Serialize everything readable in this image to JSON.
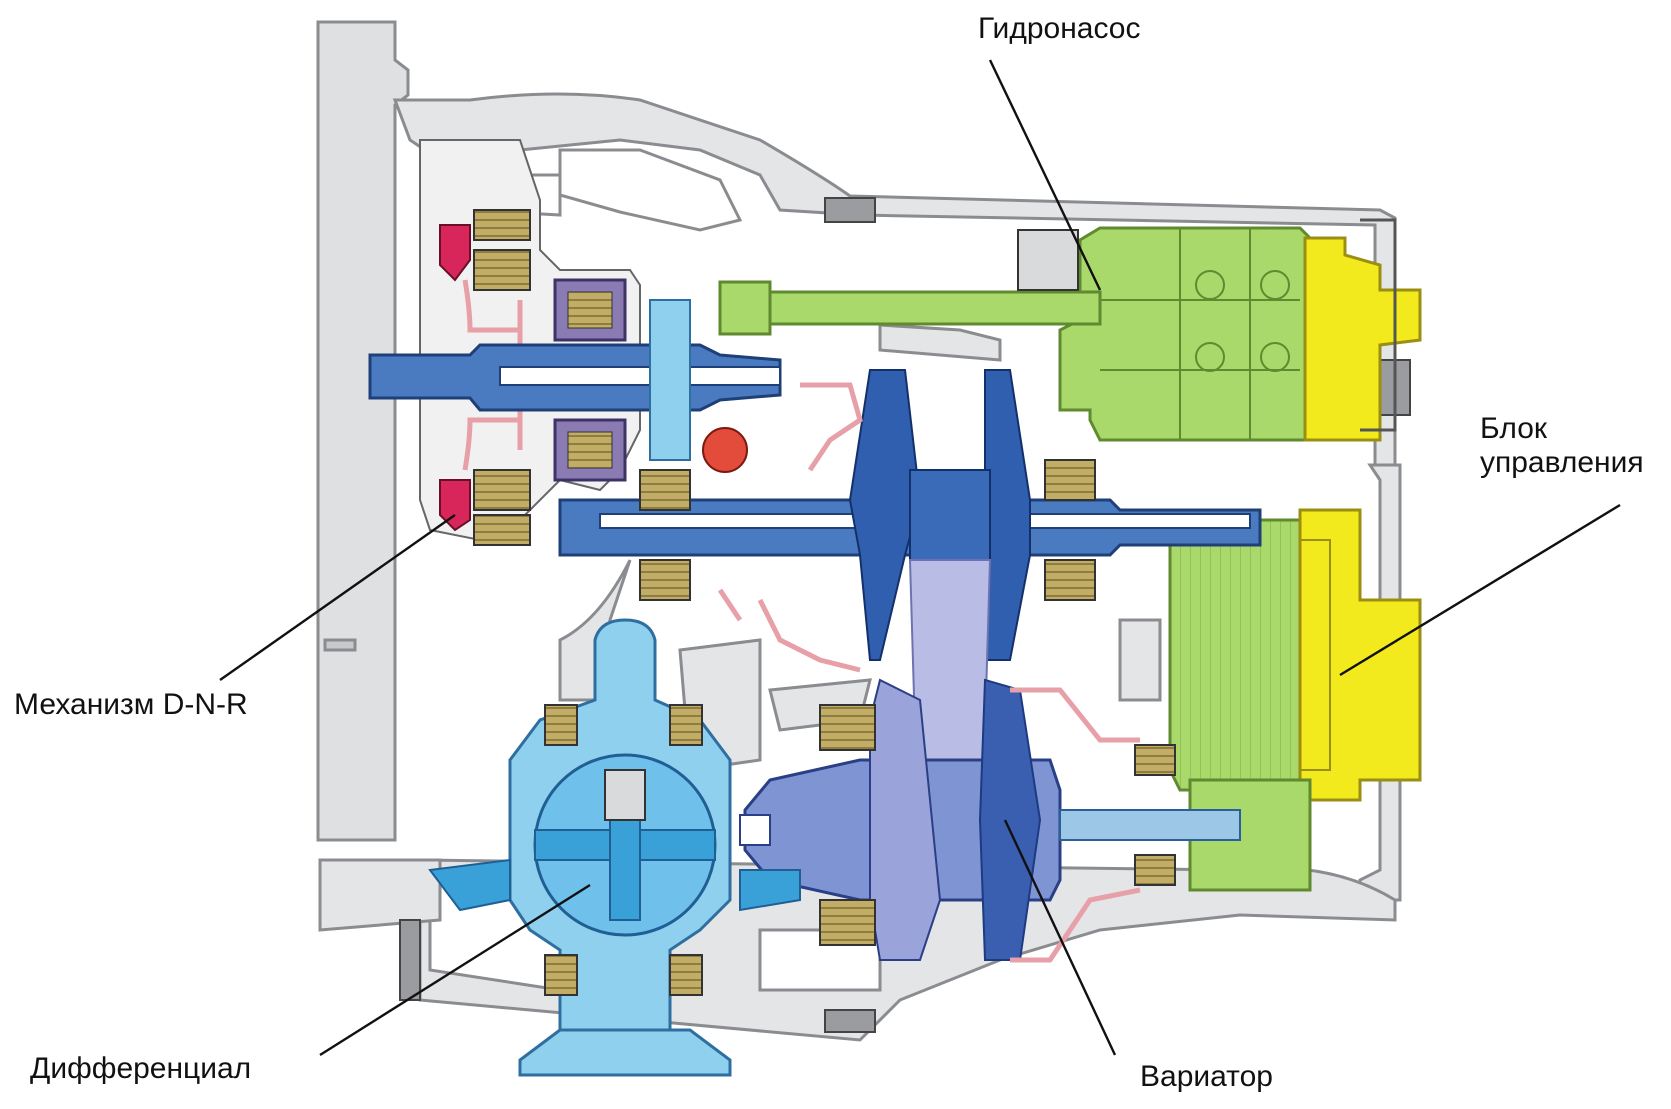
{
  "labels": {
    "pump": "Гидронасос",
    "control_unit_line1": "Блок",
    "control_unit_line2": "управления",
    "dnr": "Механизм D-N-R",
    "differential": "Дифференциал",
    "variator": "Вариатор"
  },
  "colors": {
    "housing": "#d9dadc",
    "housing_stroke": "#8a8c90",
    "shaft_blue": "#3f6fb5",
    "light_blue": "#8fd0ee",
    "pulley_blue": "#2f5fae",
    "pulley_light": "#b9bde6",
    "green": "#a9d86b",
    "yellow": "#f3ea1d",
    "red_pink": "#d83a5a",
    "pink_lines": "#e7a0a8",
    "bearing": "#b9a35a",
    "purple": "#6f5a9a"
  }
}
